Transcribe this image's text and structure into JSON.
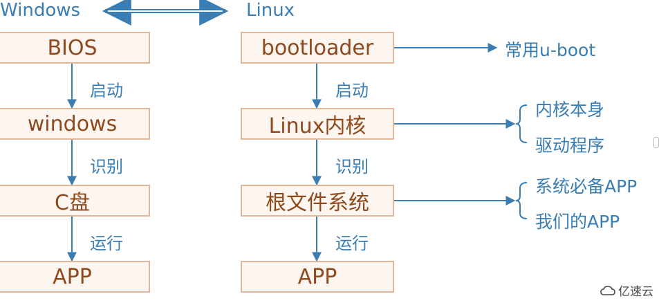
{
  "headers": {
    "left": "Windows",
    "right": "Linux"
  },
  "windows_flow": {
    "boxes": [
      "BIOS",
      "windows",
      "C盘",
      "APP"
    ],
    "steps": [
      "启动",
      "识别",
      "运行"
    ]
  },
  "linux_flow": {
    "boxes": [
      "bootloader",
      "Linux内核",
      "根文件系统",
      "APP"
    ],
    "steps": [
      "启动",
      "识别",
      "运行"
    ]
  },
  "annotations": {
    "bootloader": [
      "常用u-boot"
    ],
    "kernel": [
      "内核本身",
      "驱动程序"
    ],
    "rootfs": [
      "系统必备APP",
      "我们的APP"
    ]
  },
  "watermark": "亿速云",
  "colors": {
    "accent": "#3a7db2",
    "box_border": "#e1b79a",
    "box_fill": "#fdf6f0",
    "box_text": "#8e4a1c"
  }
}
